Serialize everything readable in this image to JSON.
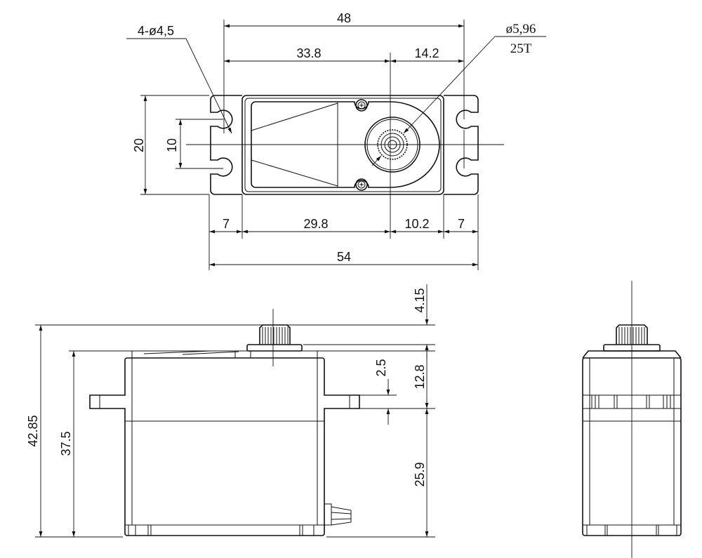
{
  "top_view": {
    "dim_overall_hole_spacing": "48",
    "dim_hole_to_shaft": "33.8",
    "dim_shaft_to_hole": "14.2",
    "hole_callout": "4-ø4,5",
    "shaft_diameter": "ø5,96",
    "spline_teeth": "25T",
    "dim_width": "20",
    "dim_hole_pitch": "10",
    "dim_left_ear": "7",
    "dim_body_to_shaft": "29.8",
    "dim_shaft_to_body": "10.2",
    "dim_right_ear": "7",
    "dim_overall_length": "54"
  },
  "front_view": {
    "dim_total_height": "42.85",
    "dim_body_height": "37.5",
    "dim_spline_height": "4.15",
    "dim_upper_height": "12.8",
    "dim_flange_thickness": "2.5",
    "dim_lower_height": "25.9"
  }
}
